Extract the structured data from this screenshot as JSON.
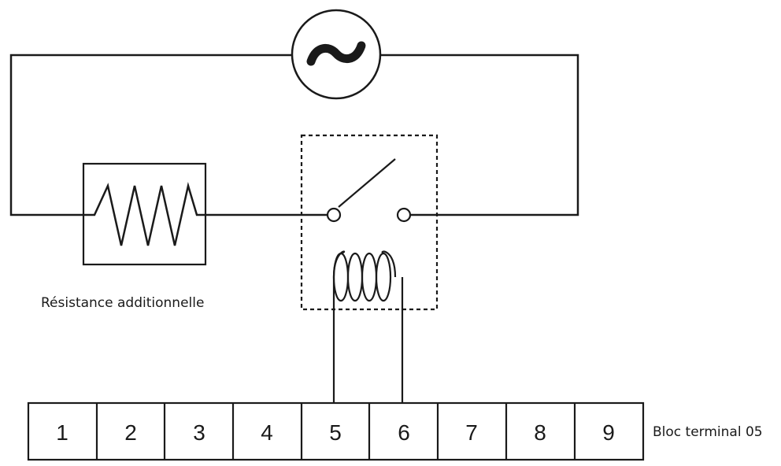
{
  "labels": {
    "resistor": "Résistance additionnelle",
    "terminal_block": "Bloc terminal 05"
  },
  "terminals": [
    "1",
    "2",
    "3",
    "4",
    "5",
    "6",
    "7",
    "8",
    "9"
  ],
  "icons": {
    "ac_source": "ac-source-tilde-symbol",
    "resistor": "zigzag-resistor-symbol",
    "relay_switch": "open-switch-symbol",
    "relay_coil": "coil-symbol"
  }
}
